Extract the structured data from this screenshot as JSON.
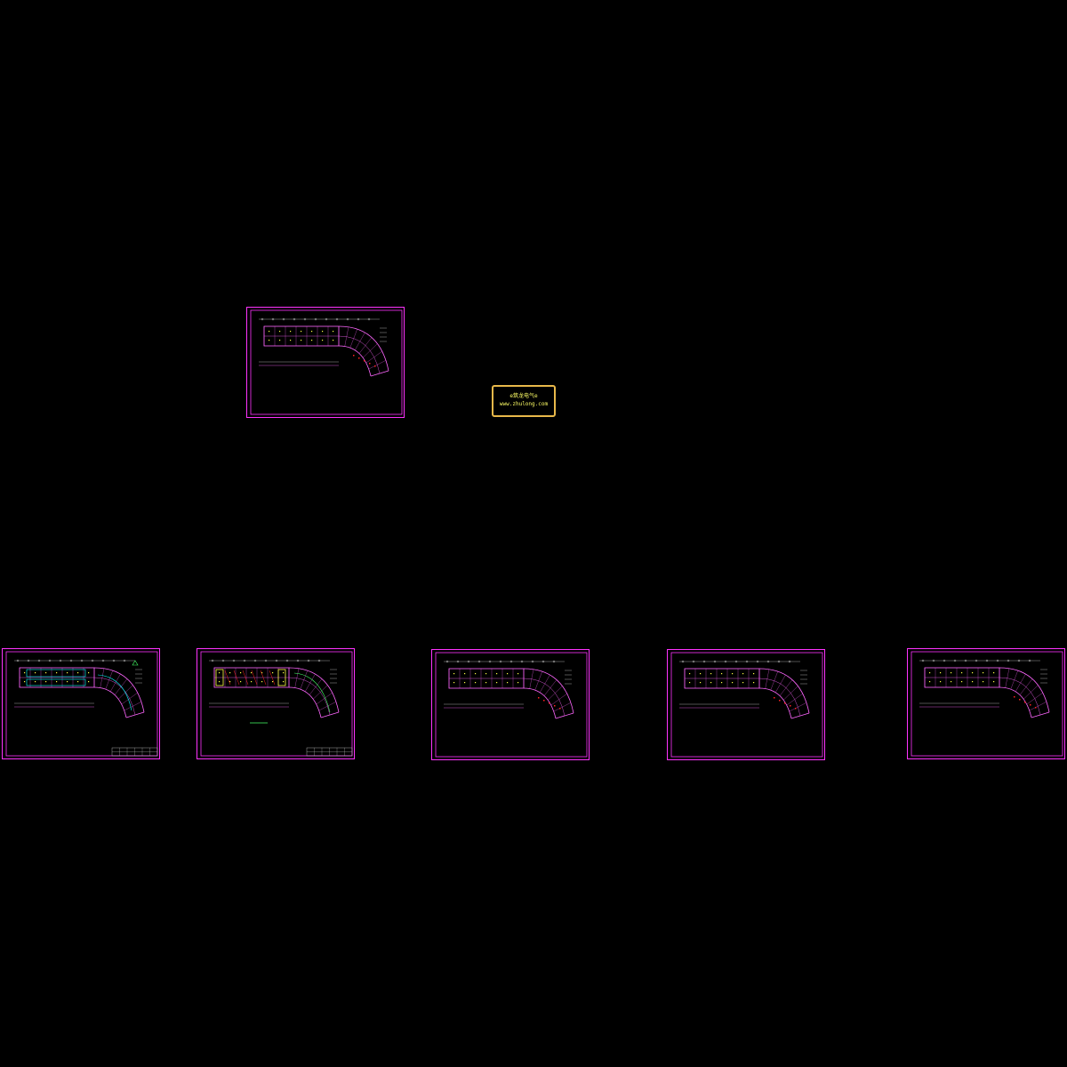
{
  "viewport": {
    "background": "#000000"
  },
  "colors": {
    "frame": "#ff33ff",
    "wall": "#ff66ff",
    "grid": "#cccccc",
    "accent_cyan": "#00ffff",
    "accent_red": "#ff2222",
    "accent_yellow": "#ffff44",
    "accent_green": "#44ff66",
    "stamp_border": "#e8b84a",
    "stamp_text": "#ffff66"
  },
  "stamp": {
    "line1": "e筑龙电气e",
    "line2": "www.zhulong.com"
  },
  "sheets": [
    {
      "id": "sheet-top",
      "variant": "plain",
      "title_block": false
    },
    {
      "id": "sheet-bottom-1",
      "variant": "cyan",
      "title_block": true
    },
    {
      "id": "sheet-bottom-2",
      "variant": "colored",
      "title_block": true
    },
    {
      "id": "sheet-bottom-3",
      "variant": "plain",
      "title_block": false
    },
    {
      "id": "sheet-bottom-4",
      "variant": "plain",
      "title_block": false
    },
    {
      "id": "sheet-bottom-5",
      "variant": "plain",
      "title_block": false
    }
  ]
}
